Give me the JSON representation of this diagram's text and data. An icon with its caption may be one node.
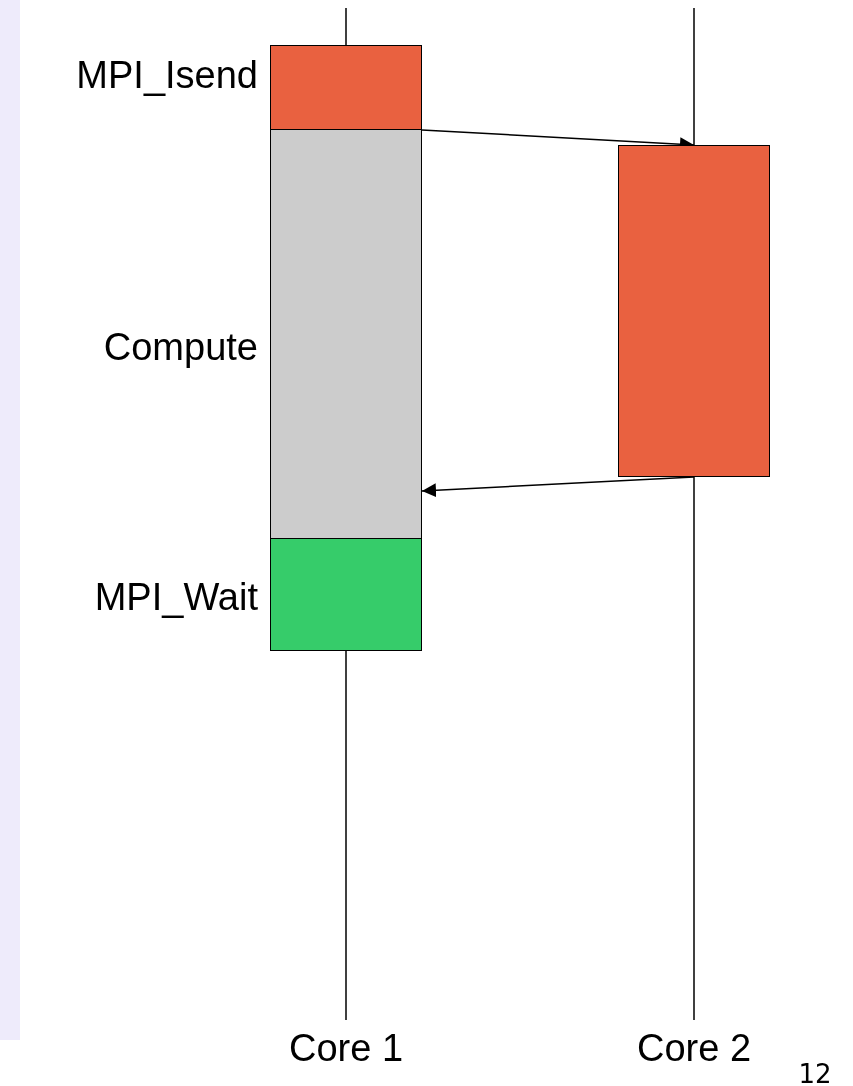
{
  "diagram": {
    "nodes": [
      {
        "text": [],
        "shape": "box",
        "beside": [
          "MPI_Isend"
        ]
      },
      {
        "text": [],
        "shape": "box",
        "beside": [
          "Compute"
        ]
      },
      {
        "text": [],
        "shape": "box",
        "beside": [
          "MPI_Wait"
        ]
      },
      {
        "text": [],
        "shape": "box"
      },
      {
        "text": [],
        "shape": "bar"
      }
    ],
    "edges": [
      {
        "from": 0,
        "to": 3,
        "arrow": "to"
      },
      {
        "from": 3,
        "to": 1,
        "arrow": "to"
      }
    ],
    "labels": [
      "Core 1",
      "Core 2",
      "12"
    ]
  }
}
